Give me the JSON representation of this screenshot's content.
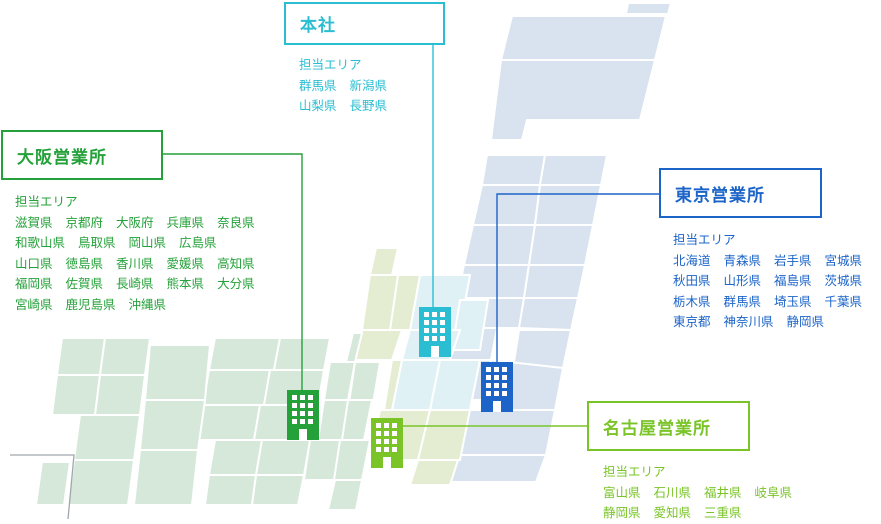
{
  "colors": {
    "hq": "#2bbed2",
    "osaka": "#25a13a",
    "tokyo": "#1c64c8",
    "nagoya": "#7ac428"
  },
  "offices": {
    "hq": {
      "name": "本社",
      "area_label": "担当エリア",
      "prefectures": [
        [
          "群馬県",
          "新潟県"
        ],
        [
          "山梨県",
          "長野県"
        ]
      ]
    },
    "osaka": {
      "name": "大阪営業所",
      "area_label": "担当エリア",
      "prefectures": [
        [
          "滋賀県",
          "京都府",
          "大阪府",
          "兵庫県",
          "奈良県"
        ],
        [
          "和歌山県",
          "鳥取県",
          "岡山県",
          "広島県"
        ],
        [
          "山口県",
          "徳島県",
          "香川県",
          "愛媛県",
          "高知県"
        ],
        [
          "福岡県",
          "佐賀県",
          "長崎県",
          "熊本県",
          "大分県"
        ],
        [
          "宮崎県",
          "鹿児島県",
          "沖縄県"
        ]
      ]
    },
    "tokyo": {
      "name": "東京営業所",
      "area_label": "担当エリア",
      "prefectures": [
        [
          "北海道",
          "青森県",
          "岩手県",
          "宮城県"
        ],
        [
          "秋田県",
          "山形県",
          "福島県",
          "茨城県"
        ],
        [
          "栃木県",
          "群馬県",
          "埼玉県",
          "千葉県"
        ],
        [
          "東京都",
          "神奈川県",
          "静岡県"
        ]
      ]
    },
    "nagoya": {
      "name": "名古屋営業所",
      "area_label": "担当エリア",
      "prefectures": [
        [
          "富山県",
          "石川県",
          "福井県",
          "岐阜県"
        ],
        [
          "静岡県",
          "愛知県",
          "三重県"
        ]
      ]
    }
  }
}
